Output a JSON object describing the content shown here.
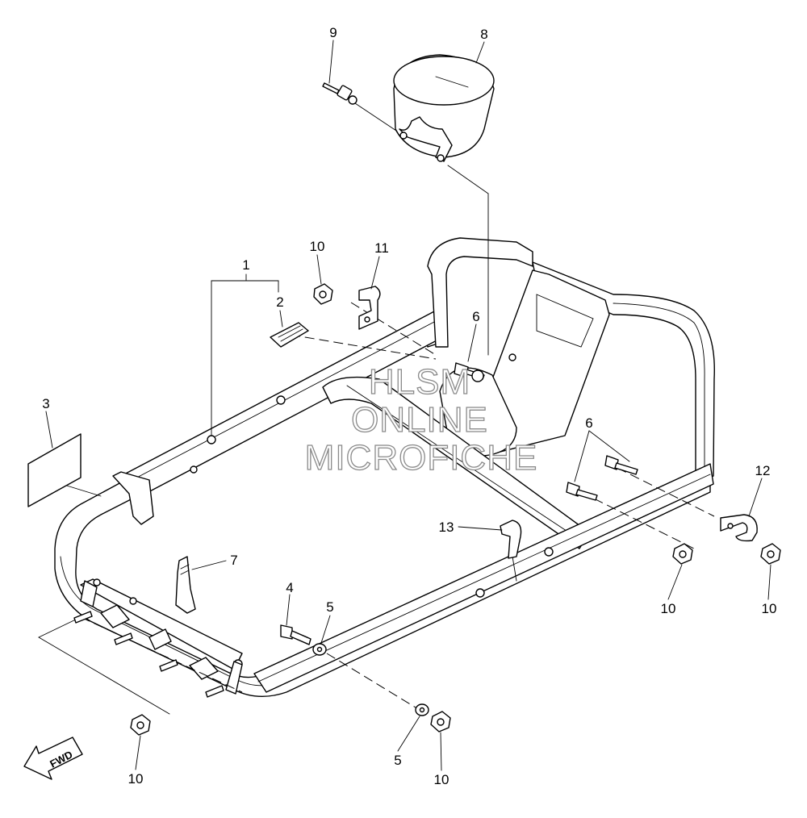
{
  "diagram": {
    "callouts": {
      "c1": "1",
      "c2": "2",
      "c3": "3",
      "c4": "4",
      "c5a": "5",
      "c5b": "5",
      "c6a": "6",
      "c6b": "6",
      "c7": "7",
      "c8": "8",
      "c9": "9",
      "c10a": "10",
      "c10b": "10",
      "c10c": "10",
      "c10d": "10",
      "c10e": "10",
      "c11": "11",
      "c12": "12",
      "c13": "13"
    },
    "fwd_label": "FWD",
    "watermark": [
      "HLSM",
      "ONLINE",
      "MICROFICHE"
    ],
    "colors": {
      "line": "#000000",
      "background": "#ffffff",
      "watermark_outline": "#8a8a8a"
    }
  }
}
